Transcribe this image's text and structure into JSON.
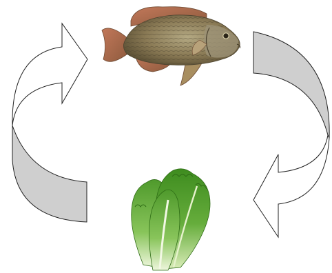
{
  "diagram": {
    "type": "cycle",
    "nodes": [
      {
        "id": "fish",
        "icon": "fish-illustration"
      },
      {
        "id": "lettuce",
        "icon": "lettuce-illustration"
      }
    ],
    "edges": [
      {
        "from": "fish",
        "to": "lettuce",
        "side": "right",
        "icon": "curved-arrow-down"
      },
      {
        "from": "lettuce",
        "to": "fish",
        "side": "left",
        "icon": "curved-arrow-up"
      }
    ],
    "colors": {
      "arrow_fill": "#ffffff",
      "arrow_band": "#cfcfcf",
      "arrow_stroke": "#222222",
      "fish_body": "#8a7a55",
      "fish_fins": "#b86a4a",
      "lettuce": "#4f9a2c"
    }
  }
}
